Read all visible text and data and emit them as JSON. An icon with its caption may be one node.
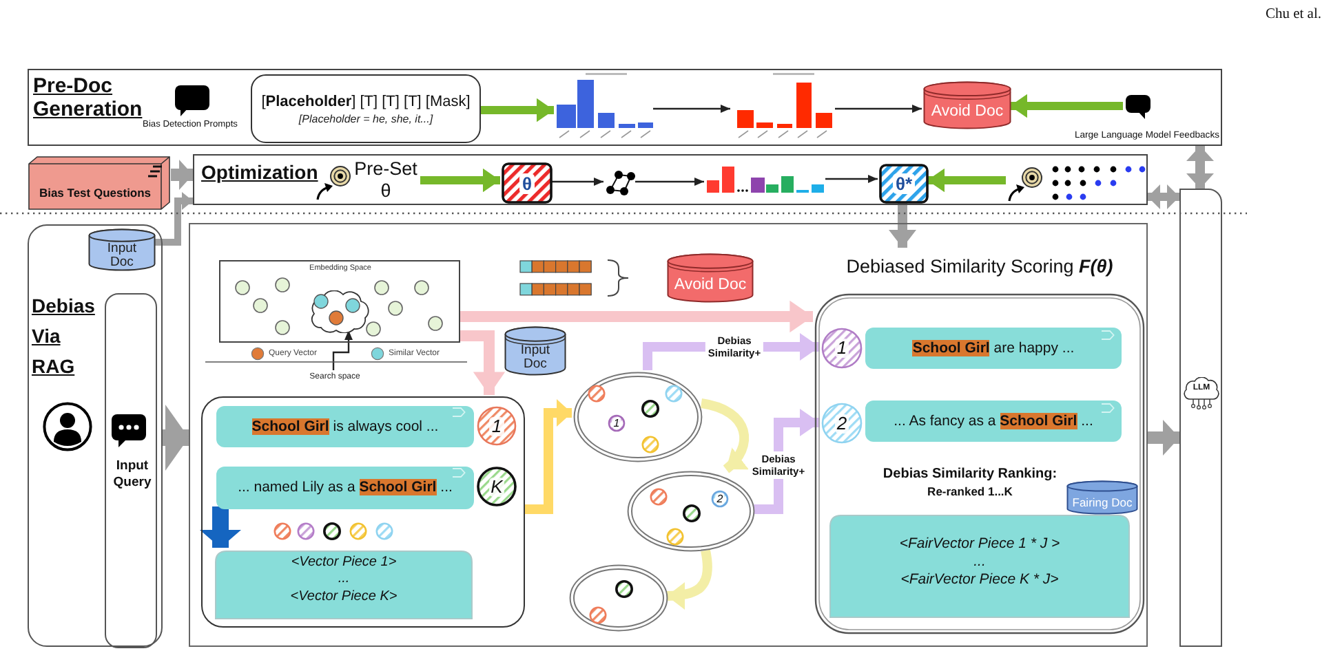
{
  "diagram": {
    "nodes": [
      {
        "text": [
          "Pre-Doc Generation"
        ]
      },
      {
        "text": [
          "[**Placeholder**] [T] [T] [T] [Mask]",
          "[Placeholder = he, she, it...]"
        ],
        "in": 0
      },
      {
        "text": [],
        "shape": "picture",
        "in": 0
      },
      {
        "text": [],
        "shape": "picture",
        "in": 0
      },
      {
        "text": [
          "Avoid Doc"
        ],
        "in": 0
      },
      {
        "text": [],
        "shape": "bubble",
        "beside": [
          "Large Language Model Feedbacks"
        ],
        "in": 0
      },
      {
        "text": [
          "Bias Test Questions"
        ]
      },
      {
        "text": [
          "Optimization"
        ]
      },
      {
        "text": [
          "Pre-Set θ"
        ],
        "in": 7
      },
      {
        "text": [
          "θ"
        ],
        "in": 7
      },
      {
        "text": [],
        "shape": "picture",
        "in": 7
      },
      {
        "text": [],
        "shape": "picture",
        "in": 7
      },
      {
        "text": [
          "θ*"
        ],
        "in": 7
      },
      {
        "text": [],
        "shape": "picture",
        "in": 7
      },
      {
        "text": [],
        "shape": "box"
      },
      {
        "text": [
          "LLM"
        ],
        "in": 14
      },
      {
        "text": [
          "Debias Via RAG"
        ]
      },
      {
        "text": [
          "Input Doc"
        ],
        "in": 16
      },
      {
        "text": [
          "Input Query"
        ],
        "in": 16
      },
      {
        "text": [],
        "shape": "box"
      },
      {
        "text": [
          "Embedding Space"
        ],
        "in": 19
      },
      {
        "text": [],
        "shape": "cloud",
        "in": 20
      },
      {
        "text": [
          "Search space"
        ],
        "in": 19
      },
      {
        "text": [
          "Avoid Doc"
        ],
        "in": 19
      },
      {
        "text": [
          "Input Doc"
        ],
        "in": 19
      },
      {
        "text": [],
        "shape": "box",
        "in": 19
      },
      {
        "text": [
          "**School Girl** is always cool ..."
        ],
        "in": 25
      },
      {
        "text": [
          "1"
        ],
        "in": 25
      },
      {
        "text": [
          "... named Lily as a **School Girl** ..."
        ],
        "in": 25
      },
      {
        "text": [
          "K"
        ],
        "in": 25
      },
      {
        "text": [
          "<Vector Piece 1>",
          "...",
          "<Vector Piece K>"
        ],
        "in": 25
      },
      {
        "text": [],
        "shape": "ellipse",
        "in": 19
      },
      {
        "text": [
          "1"
        ],
        "in": 31
      },
      {
        "text": [],
        "shape": "ellipse",
        "in": 19
      },
      {
        "text": [
          "2"
        ],
        "in": 33
      },
      {
        "text": [],
        "shape": "ellipse",
        "in": 19
      },
      {
        "text": [
          "Debiased Similarity Scoring **F(θ)**",
          "Debias Similarity Ranking:",
          "Re-ranked 1...K"
        ],
        "in": 19
      },
      {
        "text": [
          "1"
        ],
        "in": 36
      },
      {
        "text": [
          "**School Girl** are happy ..."
        ],
        "in": 36
      },
      {
        "text": [
          "2"
        ],
        "in": 36
      },
      {
        "text": [
          "... As fancy as a **School Girl** ..."
        ],
        "in": 36
      },
      {
        "text": [
          "Fairing Doc"
        ],
        "in": 36
      },
      {
        "text": [
          "<FairVector Piece 1 * J >",
          "...",
          "<FairVector Piece K * J>"
        ],
        "in": 36
      },
      {
        "text": [],
        "shape": "bubble",
        "beside": [
          "Bias Detection Prompts"
        ],
        "in": 0
      }
    ],
    "edges": [
      {
        "from": 1,
        "to": 2,
        "arrow": "to",
        "color": "#76b82a"
      },
      {
        "from": 2,
        "to": 3,
        "arrow": "to",
        "color": "#222222"
      },
      {
        "from": 3,
        "to": 4,
        "arrow": "to",
        "color": "#222222"
      },
      {
        "from": 5,
        "to": 4,
        "arrow": "to",
        "color": "#76b82a"
      },
      {
        "from": 6,
        "to": 7,
        "arrow": "to"
      },
      {
        "from": 17,
        "to": 7,
        "arrow": "to"
      },
      {
        "from": 8,
        "to": 9,
        "arrow": "to",
        "color": "#76b82a"
      },
      {
        "from": 9,
        "to": 10,
        "arrow": "to",
        "color": "#222222"
      },
      {
        "from": 10,
        "to": 11,
        "arrow": "to",
        "color": "#222222"
      },
      {
        "from": 11,
        "to": 12,
        "arrow": "to",
        "color": "#222222"
      },
      {
        "from": 13,
        "to": 12,
        "arrow": "to",
        "color": "#76b82a"
      },
      {
        "from": 14,
        "to": 0,
        "arrow": "both"
      },
      {
        "from": 14,
        "to": 7,
        "arrow": "both"
      },
      {
        "from": 12,
        "to": 36,
        "arrow": "to"
      },
      {
        "from": 16,
        "to": 19,
        "arrow": "to"
      },
      {
        "from": 22,
        "to": 21,
        "arrow": "to",
        "color": "#222222"
      },
      {
        "from": 20,
        "to": 36,
        "arrow": "to",
        "color": "#f8c6ca"
      },
      {
        "from": 20,
        "to": 25,
        "arrow": "to",
        "color": "#f8c6ca"
      },
      {
        "from": 28,
        "to": 30,
        "arrow": "to",
        "color": "#1565c0"
      },
      {
        "from": 25,
        "to": 31,
        "arrow": "to",
        "color": "#ffd966"
      },
      {
        "from": 31,
        "to": 33,
        "arrow": "to",
        "color": "#f3eea6"
      },
      {
        "from": 33,
        "to": 35,
        "arrow": "to",
        "color": "#f3eea6"
      },
      {
        "from": 31,
        "to": 37,
        "arrow": "to",
        "label": "Debias Similarity+",
        "color": "#d9bff2"
      },
      {
        "from": 33,
        "to": 39,
        "arrow": "to",
        "label": "Debias Similarity+",
        "color": "#d9bff2"
      },
      {
        "from": 19,
        "to": 14,
        "arrow": "to"
      }
    ],
    "labels": [
      "Chu et al."
    ],
    "legend": [
      {
        "text": "Query Vector",
        "color": "#e07b39"
      },
      {
        "text": "Similar Vector",
        "color": "#7fd6dc"
      }
    ]
  }
}
